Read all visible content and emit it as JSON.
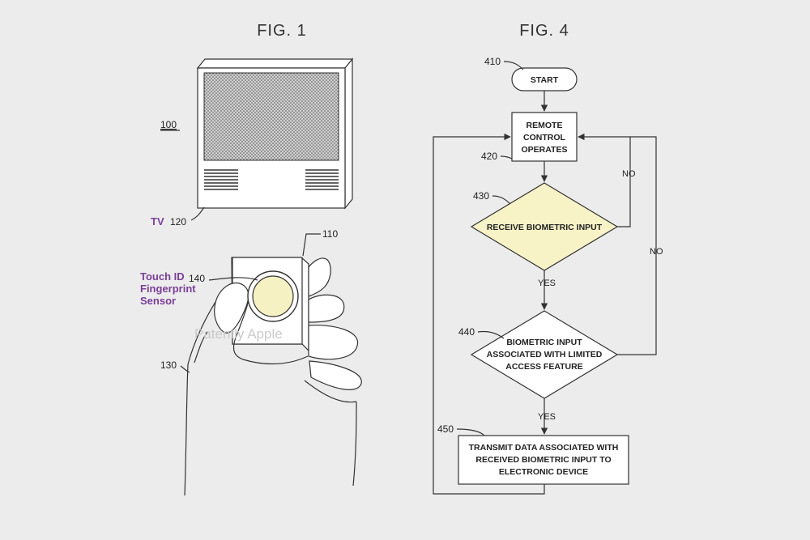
{
  "fig1": {
    "title": "FIG. 1",
    "ref_system": "100",
    "ref_tv": "120",
    "ref_remote": "110",
    "ref_sensor": "140",
    "ref_hand": "130",
    "tv_annotation": "TV",
    "sensor_annotation": [
      "Touch ID",
      "Fingerprint",
      "Sensor"
    ],
    "watermark": "Patently Apple",
    "colors": {
      "annotation": "#7b3f98",
      "sensor_fill": "#f5f1c3"
    }
  },
  "fig4": {
    "title": "FIG. 4",
    "nodes": {
      "start": {
        "ref": "410",
        "lines": [
          "START"
        ]
      },
      "remote": {
        "ref": "420",
        "lines": [
          "REMOTE",
          "CONTROL",
          "OPERATES"
        ]
      },
      "receive": {
        "ref": "430",
        "lines": [
          "RECEIVE BIOMETRIC INPUT"
        ]
      },
      "associated": {
        "ref": "440",
        "lines": [
          "BIOMETRIC INPUT",
          "ASSOCIATED WITH LIMITED",
          "ACCESS FEATURE"
        ]
      },
      "transmit": {
        "ref": "450",
        "lines": [
          "TRANSMIT DATA ASSOCIATED WITH",
          "RECEIVED BIOMETRIC INPUT TO",
          "ELECTRONIC DEVICE"
        ]
      }
    },
    "edge_labels": {
      "yes_1": "YES",
      "yes_2": "YES",
      "no_1": "NO",
      "no_2": "NO"
    },
    "colors": {
      "decision_highlight": "#f7f3c6"
    }
  }
}
